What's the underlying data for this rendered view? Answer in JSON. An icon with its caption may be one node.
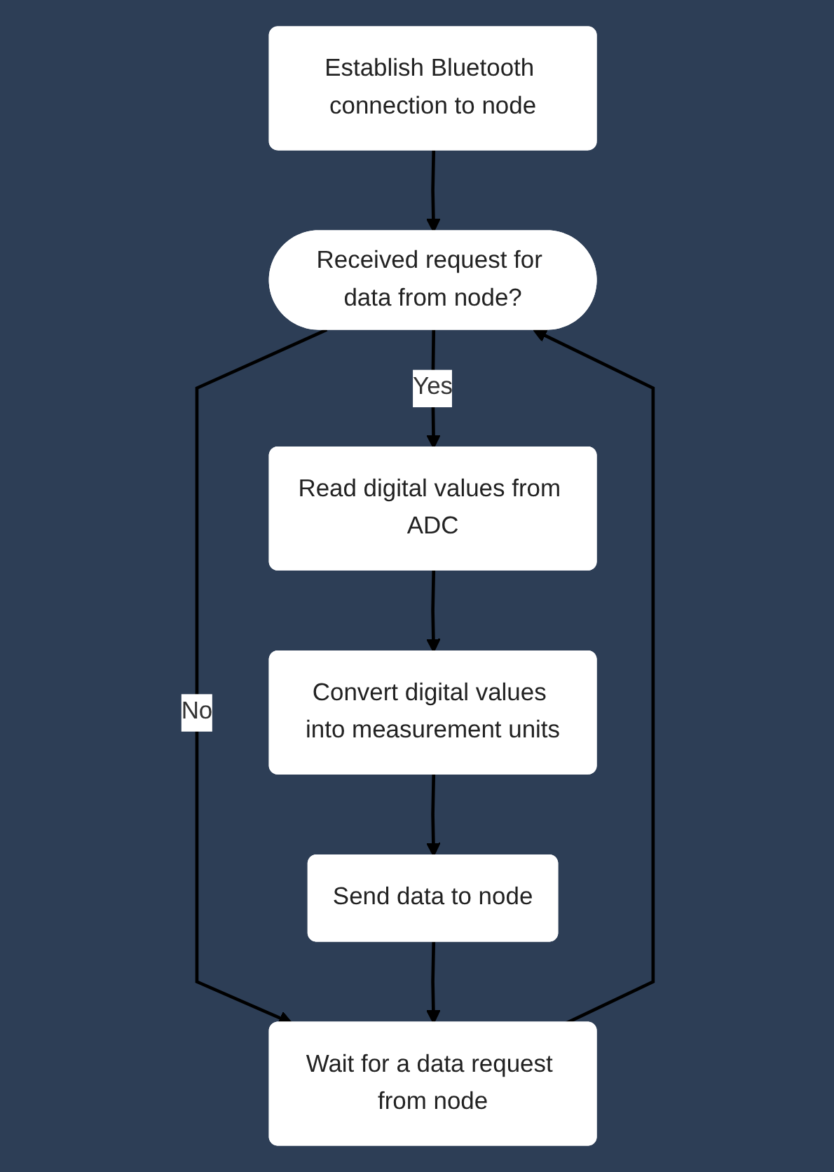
{
  "diagram": {
    "nodes": [
      {
        "text": [
          "Establish Bluetooth connection to node"
        ]
      },
      {
        "text": [
          "Received request for data from node?"
        ]
      },
      {
        "text": [
          "Wait for a data request from node"
        ]
      },
      {
        "text": [
          "Read digital values from ADC"
        ]
      },
      {
        "text": [
          "Convert digital values into measurement units"
        ]
      },
      {
        "text": [
          "Send data to node"
        ]
      }
    ],
    "edges": [
      {
        "from": 0,
        "to": 1,
        "arrow": "to"
      },
      {
        "from": 1,
        "to": 2,
        "arrow": "to",
        "label": "No"
      },
      {
        "from": 2,
        "to": 1,
        "arrow": "to"
      },
      {
        "from": 1,
        "to": 3,
        "arrow": "to",
        "label": "Yes"
      },
      {
        "from": 3,
        "to": 4,
        "arrow": "to"
      },
      {
        "from": 4,
        "to": 5,
        "arrow": "to"
      },
      {
        "from": 5,
        "to": 2,
        "arrow": "to"
      }
    ]
  }
}
